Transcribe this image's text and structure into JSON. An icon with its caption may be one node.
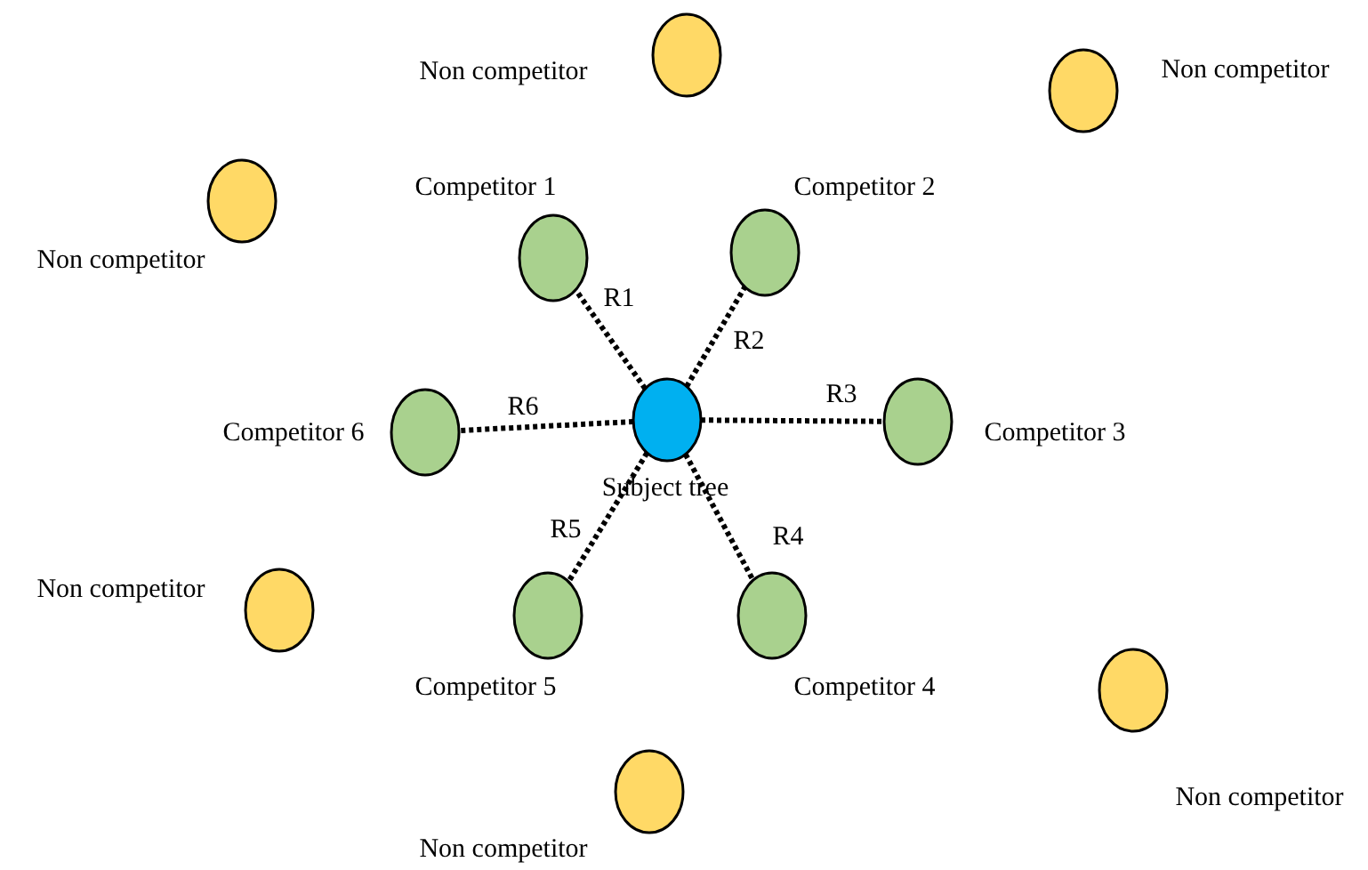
{
  "diagram": {
    "nodes": [
      {
        "text": [
          "Non competitor"
        ]
      },
      {
        "text": [
          "Non competitor"
        ]
      },
      {
        "text": [
          "Non competitor"
        ]
      },
      {
        "text": [
          "Competitor 1"
        ]
      },
      {
        "text": [
          "Competitor 2"
        ]
      },
      {
        "text": [
          "Competitor 6"
        ]
      },
      {
        "text": [
          "Subject tree"
        ]
      },
      {
        "text": [
          "Competitor 3"
        ]
      },
      {
        "text": [
          "Non competitor"
        ]
      },
      {
        "text": [
          "Competitor 5"
        ]
      },
      {
        "text": [
          "Competitor 4"
        ]
      },
      {
        "text": [
          "Non competitor"
        ]
      },
      {
        "text": [
          "Non competitor"
        ]
      }
    ],
    "edges": [
      {
        "from": 6,
        "to": 3,
        "arrow": "none",
        "label": "R1",
        "style": "dashed"
      },
      {
        "from": 6,
        "to": 4,
        "arrow": "none",
        "label": "R2",
        "style": "dashed"
      },
      {
        "from": 6,
        "to": 7,
        "arrow": "none",
        "label": "R3",
        "style": "dashed"
      },
      {
        "from": 6,
        "to": 10,
        "arrow": "none",
        "label": "R4",
        "style": "dashed"
      },
      {
        "from": 6,
        "to": 9,
        "arrow": "none",
        "label": "R5",
        "style": "dashed"
      },
      {
        "from": 6,
        "to": 5,
        "arrow": "none",
        "label": "R6",
        "style": "dashed"
      }
    ]
  }
}
